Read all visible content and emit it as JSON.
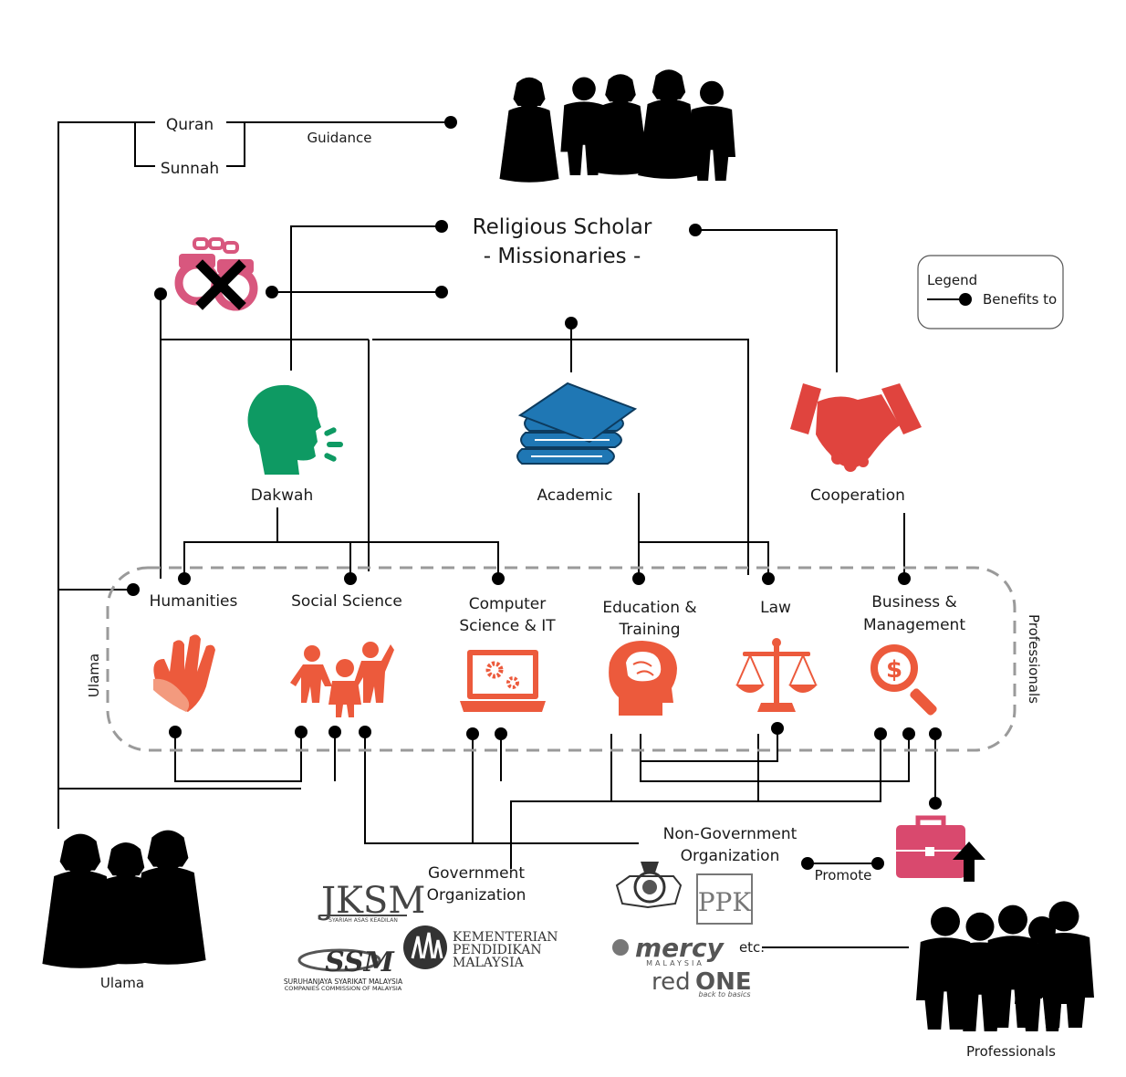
{
  "sources": {
    "quran": "Quran",
    "sunnah": "Sunnah",
    "guidance": "Guidance"
  },
  "religious_scholar": {
    "line1": "Religious Scholar",
    "line2": "- Missionaries -"
  },
  "legend": {
    "title": "Legend",
    "item": "Benefits to"
  },
  "pillars": {
    "dakwah": "Dakwah",
    "academic": "Academic",
    "cooperation": "Cooperation"
  },
  "fields": {
    "humanities": "Humanities",
    "social_science": "Social Science",
    "computer_science": [
      "Computer",
      "Science & IT"
    ],
    "education": [
      "Education &",
      "Training"
    ],
    "law": "Law",
    "business": [
      "Business &",
      "Management"
    ]
  },
  "group_side_labels": {
    "left": "Ulama",
    "right": "Professionals"
  },
  "organizations": {
    "government": [
      "Government",
      "Organization"
    ],
    "non_government": [
      "Non-Government",
      "Organization"
    ],
    "promote": "Promote",
    "etc": "etc."
  },
  "people": {
    "ulama": "Ulama",
    "professionals": "Professionals"
  },
  "logos": {
    "jksm": {
      "text": "JKSM",
      "subtitle": "SYARIAH ASAS KEADILAN"
    },
    "ssm": {
      "text": "SSM",
      "subtitle1": "SURUHANJAYA SYARIKAT MALAYSIA",
      "subtitle2": "COMPANIES COMMISSION OF MALAYSIA"
    },
    "kpm": {
      "line1": "KEMENTERIAN",
      "line2": "PENDIDIKAN",
      "line3": "MALAYSIA"
    },
    "mercy": {
      "text": "mercy",
      "subtitle": "MALAYSIA"
    },
    "ppk": {
      "text": "PPK"
    },
    "redone": {
      "text1": "red",
      "text2": "ONE",
      "tagline": "back to basics"
    }
  },
  "colors": {
    "dakwah_green": "#0e9a63",
    "academic_blue": "#1f77b4",
    "cooperation_red": "#e0443e",
    "field_orange": "#ec5a3c",
    "handcuff_pink": "#d8577e",
    "briefcase_pink": "#d9496e"
  }
}
